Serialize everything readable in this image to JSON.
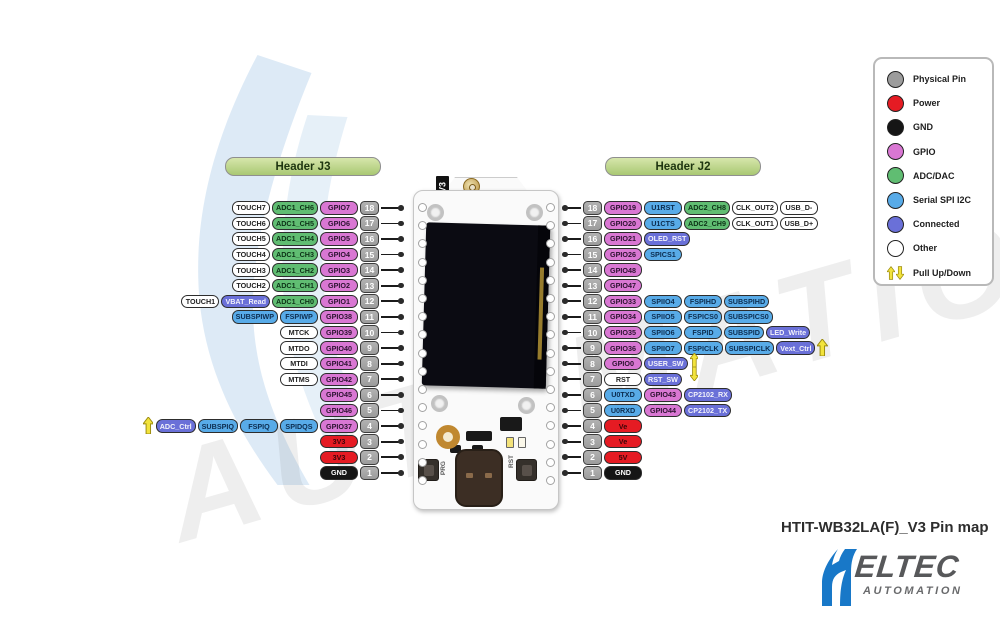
{
  "page": {
    "title": "HTIT-WB32LA(F)_V3 Pin map"
  },
  "brand": {
    "logo_h": "H",
    "logo_rest": "ELTEC",
    "logo_sub": "AUTOMATION"
  },
  "watermark_text": "AUTOMATION",
  "board": {
    "version_tag": "V3",
    "prg_button": "PRG",
    "rst_button": "RST"
  },
  "colors": {
    "physical": "#9c9c9c",
    "power": "#e51b23",
    "gnd": "#151515",
    "gpio": "#d977d3",
    "adc": "#60bd72",
    "spi": "#58abe8",
    "conn": "#6a70d8",
    "other": "#ffffff",
    "pull_arrow": "#f2e33c",
    "pull_arrow_stroke": "#9a8a10"
  },
  "legend": {
    "items": [
      {
        "label": "Physical Pin",
        "c": "physical"
      },
      {
        "label": "Power",
        "c": "power"
      },
      {
        "label": "GND",
        "c": "gnd"
      },
      {
        "label": "GPIO",
        "c": "gpio"
      },
      {
        "label": "ADC/DAC",
        "c": "adc"
      },
      {
        "label": "Serial SPI I2C",
        "c": "spi"
      },
      {
        "label": "Connected",
        "c": "conn"
      },
      {
        "label": "Other",
        "c": "other"
      },
      {
        "label": "Pull Up/Down",
        "c": "pull"
      }
    ]
  },
  "headers": {
    "j3": {
      "title": "Header J3",
      "side": "left",
      "rows": [
        {
          "pin": "18",
          "labels": [
            {
              "t": "TOUCH7",
              "c": "other"
            },
            {
              "t": "ADC1_CH6",
              "c": "adc"
            },
            {
              "t": "GPIO7",
              "c": "gpio"
            }
          ]
        },
        {
          "pin": "17",
          "labels": [
            {
              "t": "TOUCH6",
              "c": "other"
            },
            {
              "t": "ADC1_CH5",
              "c": "adc"
            },
            {
              "t": "GPIO6",
              "c": "gpio"
            }
          ]
        },
        {
          "pin": "16",
          "labels": [
            {
              "t": "TOUCH5",
              "c": "other"
            },
            {
              "t": "ADC1_CH4",
              "c": "adc"
            },
            {
              "t": "GPIO5",
              "c": "gpio"
            }
          ]
        },
        {
          "pin": "15",
          "labels": [
            {
              "t": "TOUCH4",
              "c": "other"
            },
            {
              "t": "ADC1_CH3",
              "c": "adc"
            },
            {
              "t": "GPIO4",
              "c": "gpio"
            }
          ]
        },
        {
          "pin": "14",
          "labels": [
            {
              "t": "TOUCH3",
              "c": "other"
            },
            {
              "t": "ADC1_CH2",
              "c": "adc"
            },
            {
              "t": "GPIO3",
              "c": "gpio"
            }
          ]
        },
        {
          "pin": "13",
          "labels": [
            {
              "t": "TOUCH2",
              "c": "other"
            },
            {
              "t": "ADC1_CH1",
              "c": "adc"
            },
            {
              "t": "GPIO2",
              "c": "gpio"
            }
          ]
        },
        {
          "pin": "12",
          "labels": [
            {
              "t": "TOUCH1",
              "c": "other"
            },
            {
              "t": "VBAT_Read",
              "c": "conn"
            },
            {
              "t": "ADC1_CH0",
              "c": "adc"
            },
            {
              "t": "GPIO1",
              "c": "gpio"
            }
          ]
        },
        {
          "pin": "11",
          "labels": [
            {
              "t": "SUBSPIWP",
              "c": "spi"
            },
            {
              "t": "FSPIWP",
              "c": "spi"
            },
            {
              "t": "GPIO38",
              "c": "gpio"
            }
          ]
        },
        {
          "pin": "10",
          "labels": [
            {
              "t": "MTCK",
              "c": "other"
            },
            {
              "t": "GPIO39",
              "c": "gpio"
            }
          ]
        },
        {
          "pin": "9",
          "labels": [
            {
              "t": "MTDO",
              "c": "other"
            },
            {
              "t": "GPIO40",
              "c": "gpio"
            }
          ]
        },
        {
          "pin": "8",
          "labels": [
            {
              "t": "MTDI",
              "c": "other"
            },
            {
              "t": "GPIO41",
              "c": "gpio"
            }
          ]
        },
        {
          "pin": "7",
          "labels": [
            {
              "t": "MTMS",
              "c": "other"
            },
            {
              "t": "GPIO42",
              "c": "gpio"
            }
          ]
        },
        {
          "pin": "6",
          "labels": [
            {
              "t": "GPIO45",
              "c": "gpio"
            }
          ]
        },
        {
          "pin": "5",
          "labels": [
            {
              "t": "GPIO46",
              "c": "gpio"
            }
          ]
        },
        {
          "pin": "4",
          "arrow": "up-start",
          "labels": [
            {
              "t": "ADC_Ctrl",
              "c": "conn"
            },
            {
              "t": "SUBSPIQ",
              "c": "spi"
            },
            {
              "t": "FSPIQ",
              "c": "spi"
            },
            {
              "t": "SPIDQS",
              "c": "spi"
            },
            {
              "t": "GPIO37",
              "c": "gpio"
            }
          ]
        },
        {
          "pin": "3",
          "labels": [
            {
              "t": "3V3",
              "c": "power"
            }
          ]
        },
        {
          "pin": "2",
          "labels": [
            {
              "t": "3V3",
              "c": "power"
            }
          ]
        },
        {
          "pin": "1",
          "labels": [
            {
              "t": "GND",
              "c": "gnd"
            }
          ]
        }
      ]
    },
    "j2": {
      "title": "Header J2",
      "side": "right",
      "rows": [
        {
          "pin": "18",
          "labels": [
            {
              "t": "GPIO19",
              "c": "gpio"
            },
            {
              "t": "U1RST",
              "c": "spi"
            },
            {
              "t": "ADC2_CH8",
              "c": "adc"
            },
            {
              "t": "CLK_OUT2",
              "c": "other"
            },
            {
              "t": "USB_D-",
              "c": "other"
            }
          ]
        },
        {
          "pin": "17",
          "labels": [
            {
              "t": "GPIO20",
              "c": "gpio"
            },
            {
              "t": "U1CTS",
              "c": "spi"
            },
            {
              "t": "ADC2_CH9",
              "c": "adc"
            },
            {
              "t": "CLK_OUT1",
              "c": "other"
            },
            {
              "t": "USB_D+",
              "c": "other"
            }
          ]
        },
        {
          "pin": "16",
          "labels": [
            {
              "t": "GPIO21",
              "c": "gpio"
            },
            {
              "t": "OLED_RST",
              "c": "conn"
            }
          ]
        },
        {
          "pin": "15",
          "labels": [
            {
              "t": "GPIO26",
              "c": "gpio"
            },
            {
              "t": "SPICS1",
              "c": "spi"
            }
          ]
        },
        {
          "pin": "14",
          "labels": [
            {
              "t": "GPIO48",
              "c": "gpio"
            }
          ]
        },
        {
          "pin": "13",
          "labels": [
            {
              "t": "GPIO47",
              "c": "gpio"
            }
          ]
        },
        {
          "pin": "12",
          "labels": [
            {
              "t": "GPIO33",
              "c": "gpio"
            },
            {
              "t": "SPIIO4",
              "c": "spi"
            },
            {
              "t": "FSPIHD",
              "c": "spi"
            },
            {
              "t": "SUBSPIHD",
              "c": "spi"
            }
          ]
        },
        {
          "pin": "11",
          "labels": [
            {
              "t": "GPIO34",
              "c": "gpio"
            },
            {
              "t": "SPIIO5",
              "c": "spi"
            },
            {
              "t": "FSPICS0",
              "c": "spi"
            },
            {
              "t": "SUBSPICS0",
              "c": "spi"
            }
          ]
        },
        {
          "pin": "10",
          "labels": [
            {
              "t": "GPIO35",
              "c": "gpio"
            },
            {
              "t": "SPIIO6",
              "c": "spi"
            },
            {
              "t": "FSPID",
              "c": "spi"
            },
            {
              "t": "SUBSPID",
              "c": "spi"
            },
            {
              "t": "LED_Write",
              "c": "conn"
            }
          ]
        },
        {
          "pin": "9",
          "arrow": "up-end",
          "labels": [
            {
              "t": "GPIO36",
              "c": "gpio"
            },
            {
              "t": "SPIIO7",
              "c": "spi"
            },
            {
              "t": "FSPICLK",
              "c": "spi"
            },
            {
              "t": "SUBSPICLK",
              "c": "spi"
            },
            {
              "t": "Vext_Ctrl",
              "c": "conn"
            }
          ]
        },
        {
          "pin": "8",
          "arrow": "updown-end",
          "labels": [
            {
              "t": "GPIO0",
              "c": "gpio"
            },
            {
              "t": "USER_SW",
              "c": "conn"
            }
          ]
        },
        {
          "pin": "7",
          "labels": [
            {
              "t": "RST",
              "c": "other"
            },
            {
              "t": "RST_SW",
              "c": "conn"
            }
          ]
        },
        {
          "pin": "6",
          "labels": [
            {
              "t": "U0TXD",
              "c": "spi"
            },
            {
              "t": "GPIO43",
              "c": "gpio"
            },
            {
              "t": "CP2102_RX",
              "c": "conn"
            }
          ]
        },
        {
          "pin": "5",
          "labels": [
            {
              "t": "U0RXD",
              "c": "spi"
            },
            {
              "t": "GPIO44",
              "c": "gpio"
            },
            {
              "t": "CP2102_TX",
              "c": "conn"
            }
          ]
        },
        {
          "pin": "4",
          "labels": [
            {
              "t": "Ve",
              "c": "power"
            }
          ]
        },
        {
          "pin": "3",
          "labels": [
            {
              "t": "Ve",
              "c": "power"
            }
          ]
        },
        {
          "pin": "2",
          "labels": [
            {
              "t": "5V",
              "c": "power"
            }
          ]
        },
        {
          "pin": "1",
          "labels": [
            {
              "t": "GND",
              "c": "gnd"
            }
          ]
        }
      ]
    }
  }
}
